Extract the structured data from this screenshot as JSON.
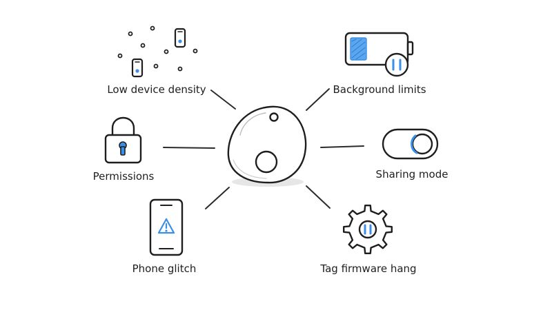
{
  "colors": {
    "ink": "#1e1e1e",
    "accent": "#3b8ee6",
    "accent_fill": "#5aa6ef",
    "tag_fill": "#ffffff"
  },
  "center": {
    "icon": "tracker-tag-icon"
  },
  "factors": [
    {
      "label": "Low device density",
      "icon": "scattered-phones-icon"
    },
    {
      "label": "Background limits",
      "icon": "paused-battery-icon"
    },
    {
      "label": "Permissions",
      "icon": "padlock-icon"
    },
    {
      "label": "Sharing mode",
      "icon": "toggle-switch-icon"
    },
    {
      "label": "Phone glitch",
      "icon": "phone-warning-icon"
    },
    {
      "label": "Tag firmware hang",
      "icon": "paused-gear-icon"
    }
  ]
}
